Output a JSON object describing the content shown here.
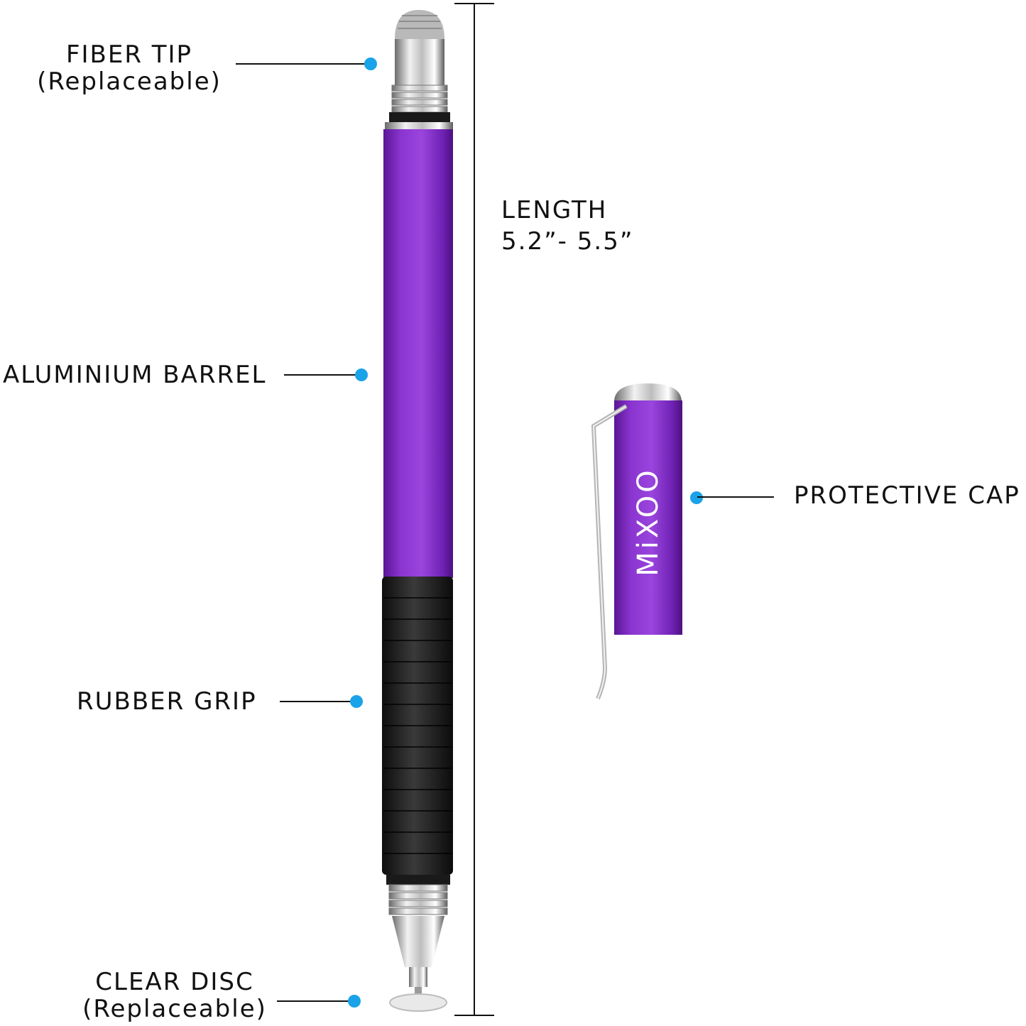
{
  "labels": {
    "fiber_tip": {
      "line1": "FIBER TIP",
      "line2": "(Replaceable)"
    },
    "aluminium_barrel": "ALUMINIUM BARREL",
    "rubber_grip": "RUBBER GRIP",
    "clear_disc": {
      "line1": "CLEAR DISC",
      "line2": "(Replaceable)"
    },
    "protective_cap": "PROTECTIVE CAP",
    "length": {
      "line1": "LENGTH",
      "line2": "5.2”- 5.5”"
    }
  },
  "cap_logo": "MiXOO",
  "colors": {
    "barrel": "#7a2bbf",
    "grip": "#1b1b1b",
    "metal": "#c8c8c8",
    "marker_dot": "#1aa3e8"
  }
}
